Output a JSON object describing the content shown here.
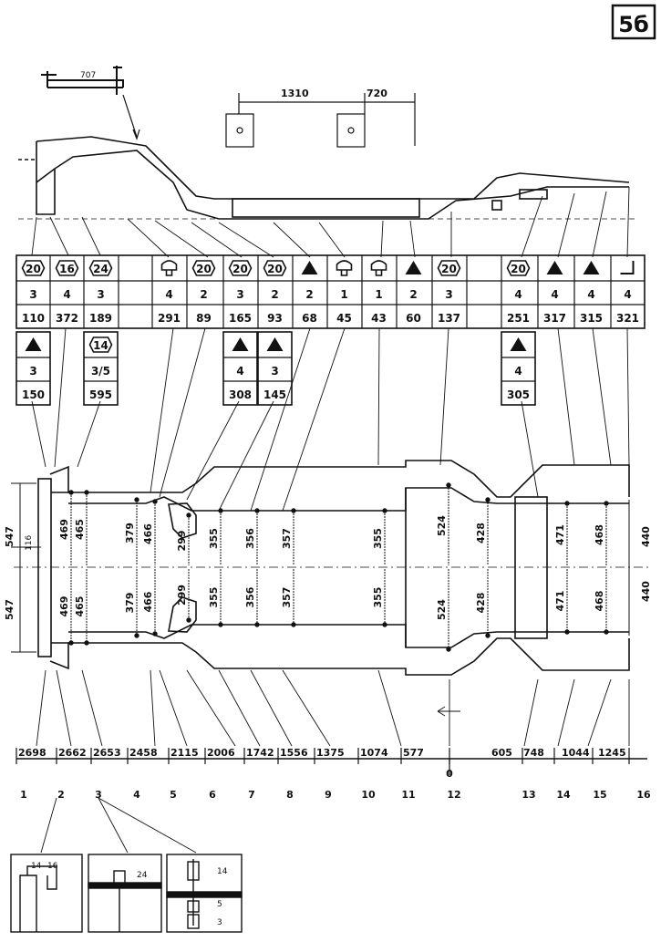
{
  "page_number": "5б",
  "tool_label": "707",
  "top_dims": [
    "1310",
    "720"
  ],
  "table": {
    "columns": [
      {
        "sym": "20",
        "sym_type": "hex",
        "qty": "3",
        "code": "110"
      },
      {
        "sym": "16",
        "sym_type": "hex",
        "qty": "4",
        "code": "372"
      },
      {
        "sym": "24",
        "sym_type": "hex",
        "qty": "3",
        "code": "189"
      },
      {
        "sym": "",
        "sym_type": "blank",
        "qty": "",
        "code": ""
      },
      {
        "sym": "",
        "sym_type": "bolt",
        "qty": "4",
        "code": "291"
      },
      {
        "sym": "20",
        "sym_type": "hex",
        "qty": "2",
        "code": "89"
      },
      {
        "sym": "20",
        "sym_type": "hex",
        "qty": "3",
        "code": "165"
      },
      {
        "sym": "20",
        "sym_type": "hex",
        "qty": "2",
        "code": "93"
      },
      {
        "sym": "",
        "sym_type": "tri",
        "qty": "2",
        "code": "68"
      },
      {
        "sym": "",
        "sym_type": "bolt",
        "qty": "1",
        "code": "45"
      },
      {
        "sym": "",
        "sym_type": "bolt",
        "qty": "1",
        "code": "43"
      },
      {
        "sym": "",
        "sym_type": "tri",
        "qty": "2",
        "code": "60"
      },
      {
        "sym": "20",
        "sym_type": "hex",
        "qty": "3",
        "code": "137"
      },
      {
        "sym": "",
        "sym_type": "blank",
        "qty": "",
        "code": ""
      },
      {
        "sym": "20",
        "sym_type": "hex",
        "qty": "4",
        "code": "251"
      },
      {
        "sym": "",
        "sym_type": "tri",
        "qty": "4",
        "code": "317"
      },
      {
        "sym": "",
        "sym_type": "tri",
        "qty": "4",
        "code": "315"
      },
      {
        "sym": "",
        "sym_type": "corner",
        "qty": "4",
        "code": "321"
      }
    ],
    "sub_rows": [
      {
        "col": 0,
        "sym": "",
        "sym_type": "tri",
        "qty": "3",
        "code": "150"
      },
      {
        "col": 2,
        "sym": "14",
        "sym_type": "hex",
        "qty": "3/5",
        "code": "595"
      },
      {
        "col": 6,
        "sym": "",
        "sym_type": "tri",
        "qty": "4",
        "code": "308"
      },
      {
        "col": 7,
        "sym": "",
        "sym_type": "tri",
        "qty": "3",
        "code": "145"
      },
      {
        "col": 14,
        "sym": "",
        "sym_type": "tri",
        "qty": "4",
        "code": "305"
      }
    ]
  },
  "width_dims": {
    "left": [
      "547",
      "116",
      "547"
    ],
    "top_half": [
      "469",
      "465",
      "379",
      "466",
      "299",
      "355",
      "356",
      "357",
      "355",
      "524",
      "428",
      "471",
      "468"
    ],
    "bottom_half": [
      "469",
      "465",
      "379",
      "466",
      "299",
      "355",
      "356",
      "357",
      "355",
      "524",
      "428",
      "471",
      "468"
    ],
    "right": [
      "440",
      "440"
    ]
  },
  "length_dims": [
    "2698",
    "2662",
    "2653",
    "2458",
    "2115",
    "2006",
    "1742",
    "1556",
    "1375",
    "1074",
    "577",
    "605",
    "748",
    "1044",
    "1245"
  ],
  "zero_label": "0",
  "stations": [
    "1",
    "2",
    "3",
    "4",
    "5",
    "6",
    "7",
    "8",
    "9",
    "10",
    "11",
    "12",
    "13",
    "14",
    "15",
    "16"
  ],
  "details": {
    "d1": [
      "14",
      "16"
    ],
    "d2": [
      "24"
    ],
    "d3": [
      "14",
      "5",
      "3"
    ]
  }
}
